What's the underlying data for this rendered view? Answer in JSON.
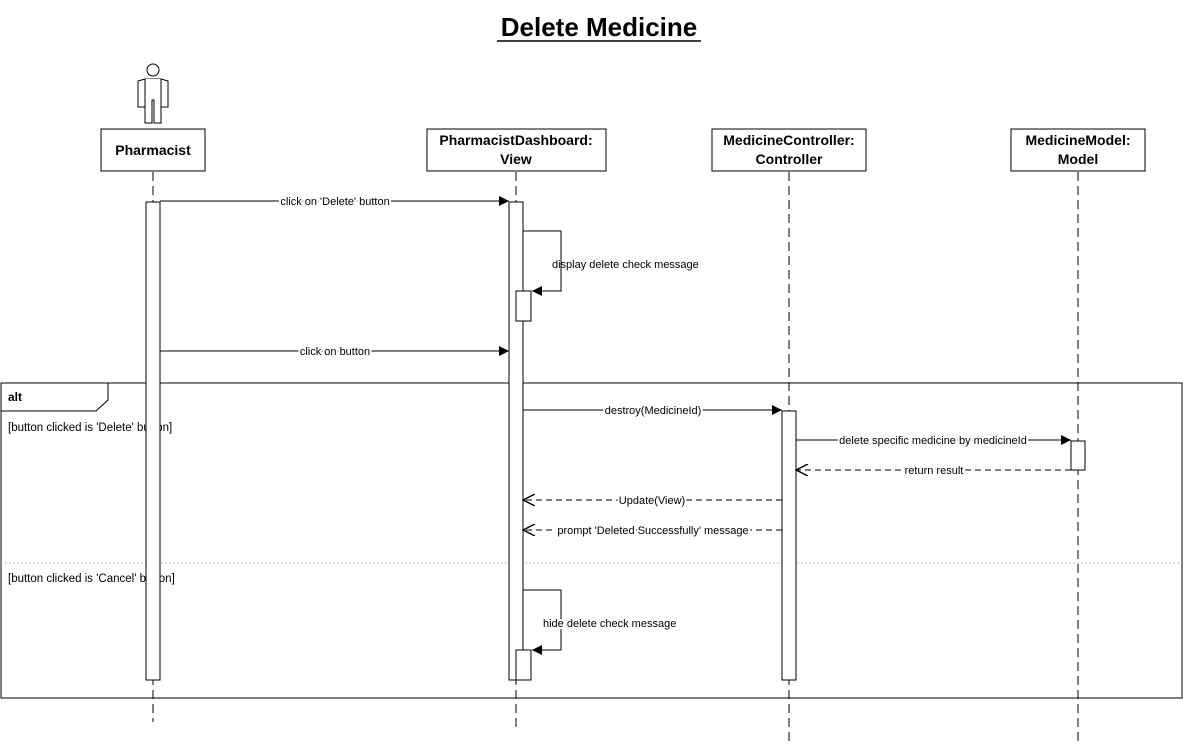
{
  "title": "Delete Medicine",
  "lifelines": [
    {
      "line1": "Pharmacist",
      "line2": ""
    },
    {
      "line1": "PharmacistDashboard:",
      "line2": "View"
    },
    {
      "line1": "MedicineController:",
      "line2": "Controller"
    },
    {
      "line1": "MedicineModel:",
      "line2": "Model"
    }
  ],
  "messages": {
    "click_delete": "click on 'Delete' button",
    "display_check": "display delete check message",
    "click_button": "click on button",
    "destroy": "destroy(MedicineId)",
    "delete_specific": "delete specific medicine by medicineId",
    "return_result": "return result",
    "update_view": "Update(View)",
    "prompt_deleted": "prompt 'Deleted Successfully' message",
    "hide_check": "hide delete check message"
  },
  "alt_frame": {
    "label": "alt",
    "guard_delete": "[button clicked is  'Delete' button]",
    "guard_cancel": "[button clicked is  'Cancel' button]"
  }
}
